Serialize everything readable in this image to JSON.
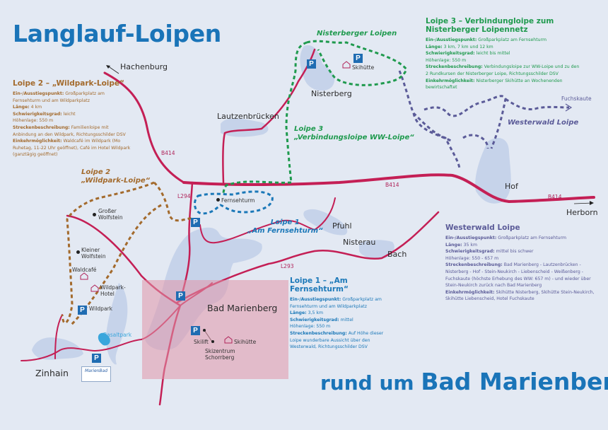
{
  "title": {
    "main": "Langlauf-Loipen",
    "sub_prefix": "rund um",
    "sub_town": "Bad Marienberg"
  },
  "colors": {
    "background": "#e3e9f3",
    "title_blue": "#1a74b8",
    "road_red": "#c41f55",
    "loipe1_blue": "#1b78b8",
    "loipe2_brown": "#a36a2c",
    "loipe3_green": "#1f9a4e",
    "westerwald_purple": "#5b5b98",
    "town_area": "#c6d3ea",
    "bad_marienberg_area": "#e296a8",
    "parking_blue": "#1f6cb2"
  },
  "places": {
    "hachenburg": "Hachenburg",
    "lautzenbruecken": "Lautzenbrücken",
    "nisterberg": "Nisterberg",
    "hof": "Hof",
    "herborn": "Herborn",
    "fuchskaute": "Fuchskaute",
    "pfuhl": "Pfuhl",
    "nisterau": "Nisterau",
    "bach": "Bach",
    "bad_marienberg": "Bad Marienberg",
    "zinhain": "Zinhain",
    "fernsehturm": "Fernsehturm",
    "grosser_wolfstein": "Großer\nWolfstein",
    "kleiner_wolfstein": "Kleiner\nWolfstein",
    "waldcafe": "Waldcafé",
    "wildpark_hotel": "Wildpark-\nHotel",
    "wildpark": "Wildpark",
    "basaltpark": "Basaltpark",
    "skilift": "Skilift",
    "skihuette_bm": "Skihütte",
    "skihuette_nb": "Skihütte",
    "skizentrum": "Skizentrum\nSchorrberg",
    "logo": "MarienBad"
  },
  "roads": {
    "b414_a": "B414",
    "b414_b": "B414",
    "b414_c": "B414",
    "l294": "L294",
    "l293": "L293"
  },
  "parking_label": "P",
  "route_labels": {
    "nisterberger": "Nisterberger Loipen",
    "loipe3_line1": "Loipe 3",
    "loipe3_line2": "„Verbindungsloipe WW-Loipe“",
    "loipe2_line1": "Loipe 2",
    "loipe2_line2": "„Wildpark-Loipe“",
    "loipe1_line1": "Loipe 1",
    "loipe1_line2": "„Am Fernsehturm“",
    "westerwald": "Westerwald Loipe"
  },
  "info_boxes": {
    "loipe2": {
      "title": "Loipe 2 – „Wildpark-Loipe“",
      "einstieg_label": "Ein-/Ausstiegspunkt:",
      "einstieg": "Großparkplatz am Fernsehturm und am Wildparkplatz",
      "laenge_label": "Länge:",
      "laenge": "4 km",
      "schwierigkeit_label": "Schwierigkeitsgrad:",
      "schwierigkeit": "leicht",
      "hoehe_label": "Höhenlage:",
      "hoehe": "550 m",
      "strecke_label": "Streckenbeschreibung:",
      "strecke": "Familienloipe mit Anbindung an den Wildpark, Richtungsschilder DSV",
      "einkehr_label": "Einkehrmöglichkeit:",
      "einkehr": "Waldcafé im Wildpark (Mo Ruhetag, 11-22 Uhr geöffnet), Café im Hotel Wildpark (ganztägig geöffnet)"
    },
    "loipe3": {
      "title_line1": "Loipe 3 – Verbindungloipe zum",
      "title_line2": "Nisterberger Loipennetz",
      "einstieg_label": "Ein-/Ausstiegspunkt:",
      "einstieg": "Großparkplatz am Fernsehturm",
      "laenge_label": "Länge:",
      "laenge": "3 km, 7 km und 12 km",
      "schwierigkeit_label": "Schwierigkeitsgrad:",
      "schwierigkeit": "leicht bis mittel",
      "hoehe_label": "Höhenlage:",
      "hoehe": "550 m",
      "strecke_label": "Streckenbeschreibung:",
      "strecke": "Verbindungsloipe zur WW-Loipe und zu den 2 Rundkursen der Nisterberger Loipe, Richtungsschilder DSV",
      "einkehr_label": "Einkehrmöglichkeit:",
      "einkehr": "Nisterberger Skihütte an Wochenenden bewirtschaftet"
    },
    "westerwald": {
      "title": "Westerwald Loipe",
      "einstieg_label": "Ein-/Ausstiegspunkt:",
      "einstieg": "Großparkplatz am Fernsehturm",
      "laenge_label": "Länge:",
      "laenge": "35 km",
      "schwierigkeit_label": "Schwierigkeitsgrad:",
      "schwierigkeit": "mittel bis schwer",
      "hoehe_label": "Höhenlage:",
      "hoehe": "550 - 657 m",
      "strecke_label": "Streckenbeschreibung:",
      "strecke": "Bad Marienberg - Lautzenbrücken - Nisterberg - Hof - Stein-Neukirch - Liebenscheid - Weißenberg - Fuchskaute (höchste Erhebung des WW: 657 m) - und wieder über Stein-Neukirch zurück nach Bad Marienberg",
      "einkehr_label": "Einkehrmöglichkeit:",
      "einkehr": "Skihütte Nisterberg, Skihütte Stein-Neukirch, Skihütte Liebenscheid, Hotel Fuchskaute"
    },
    "loipe1": {
      "title": "Loipe 1 – „Am Fernsehturm“",
      "einstieg_label": "Ein-/Ausstiegspunkt:",
      "einstieg": "Großparkplatz am Fernsehturm und am Wildparkplatz",
      "laenge_label": "Länge:",
      "laenge": "3,5 km",
      "schwierigkeit_label": "Schwierigkeitsgrad:",
      "schwierigkeit": "mittel",
      "hoehe_label": "Höhenlage:",
      "hoehe": "550 m",
      "strecke_label": "Streckenbeschreibung:",
      "strecke": "Auf Höhe dieser Loipe wunderbare Aussicht über den Westerwald, Richtungsschilder DSV"
    }
  }
}
